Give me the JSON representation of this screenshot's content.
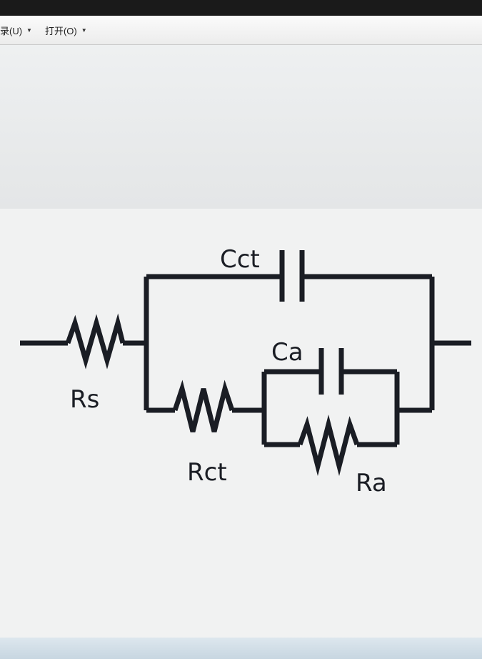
{
  "toolbar": {
    "menu1_label": "录(U)",
    "menu2_label": "打开(O)",
    "dropdown_glyph": "▼"
  },
  "diagram": {
    "title": "Equivalent circuit",
    "labels": {
      "rs": "Rs",
      "rct": "Rct",
      "cct": "Cct",
      "ca": "Ca",
      "ra": "Ra"
    }
  },
  "colors": {
    "wire": "#1a1d24",
    "background": "#f1f2f2"
  }
}
